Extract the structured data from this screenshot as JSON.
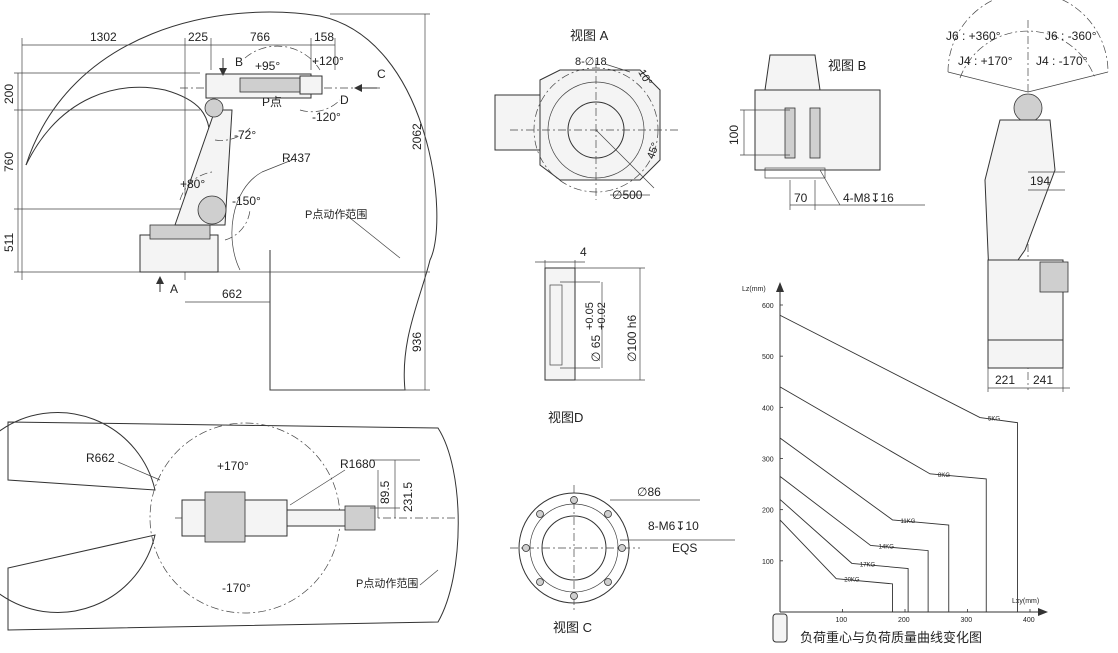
{
  "side_view": {
    "dims_top": [
      "1302",
      "225",
      "766",
      "158"
    ],
    "dims_left": [
      "200",
      "760",
      "511"
    ],
    "dims_right": [
      "2062",
      "936"
    ],
    "dim_base": "662",
    "angles": {
      "a95": "+95°",
      "a120p": "+120°",
      "a120n": "-120°",
      "a72": "-72°",
      "a80": "+80°",
      "a150": "-150°"
    },
    "radius": "R437",
    "labels": {
      "B": "B",
      "C": "C",
      "D": "D",
      "A": "A",
      "p_point": "P点",
      "range": "P点动作范围"
    }
  },
  "top_view": {
    "r662": "R662",
    "r1680": "R1680",
    "a170p": "+170°",
    "a170n": "-170°",
    "d89": "89.5",
    "d231": "231.5",
    "range": "P点动作范围"
  },
  "view_a": {
    "title": "视图 A",
    "holes": "8-∅18",
    "ang10": "10°",
    "ang45": "45°",
    "dia": "∅500"
  },
  "view_b": {
    "title": "视图 B",
    "d100": "100",
    "d70": "70",
    "thread": "4-M8↧16"
  },
  "view_d": {
    "title": "视图D",
    "d4": "4",
    "tol_up": "+0.05",
    "tol_lo": "+0.02",
    "d65": "∅ 65",
    "d100h6": "∅100 h6"
  },
  "view_c": {
    "title": "视图 C",
    "d86": "∅86",
    "thread": "8-M6↧10",
    "eqs": "EQS"
  },
  "right_view": {
    "j6p": "J6 : +360°",
    "j6n": "J6 : -360°",
    "j4p": "J4 : +170°",
    "j4n": "J4 : -170°",
    "d194": "194",
    "d221": "221",
    "d241": "241"
  },
  "chart_data": {
    "type": "line",
    "title": "负荷重心与负荷质量曲线变化图",
    "xlabel": "Lxy(mm)",
    "ylabel": "Lz(mm)",
    "xlim": [
      0,
      400
    ],
    "ylim": [
      0,
      600
    ],
    "xticks": [
      100,
      200,
      300,
      400
    ],
    "yticks": [
      100,
      200,
      300,
      400,
      500,
      600
    ],
    "series": [
      {
        "name": "5KG",
        "x": [
          0,
          320,
          380,
          380
        ],
        "y": [
          580,
          380,
          370,
          0
        ]
      },
      {
        "name": "8KG",
        "x": [
          0,
          240,
          330,
          330
        ],
        "y": [
          440,
          270,
          260,
          0
        ]
      },
      {
        "name": "11KG",
        "x": [
          0,
          180,
          270,
          270
        ],
        "y": [
          340,
          180,
          170,
          0
        ]
      },
      {
        "name": "14KG",
        "x": [
          0,
          145,
          237,
          237
        ],
        "y": [
          265,
          130,
          120,
          0
        ]
      },
      {
        "name": "17KG",
        "x": [
          0,
          115,
          205,
          205
        ],
        "y": [
          220,
          95,
          85,
          0
        ]
      },
      {
        "name": "20KG",
        "x": [
          0,
          90,
          180,
          180
        ],
        "y": [
          180,
          65,
          55,
          0
        ]
      }
    ]
  }
}
